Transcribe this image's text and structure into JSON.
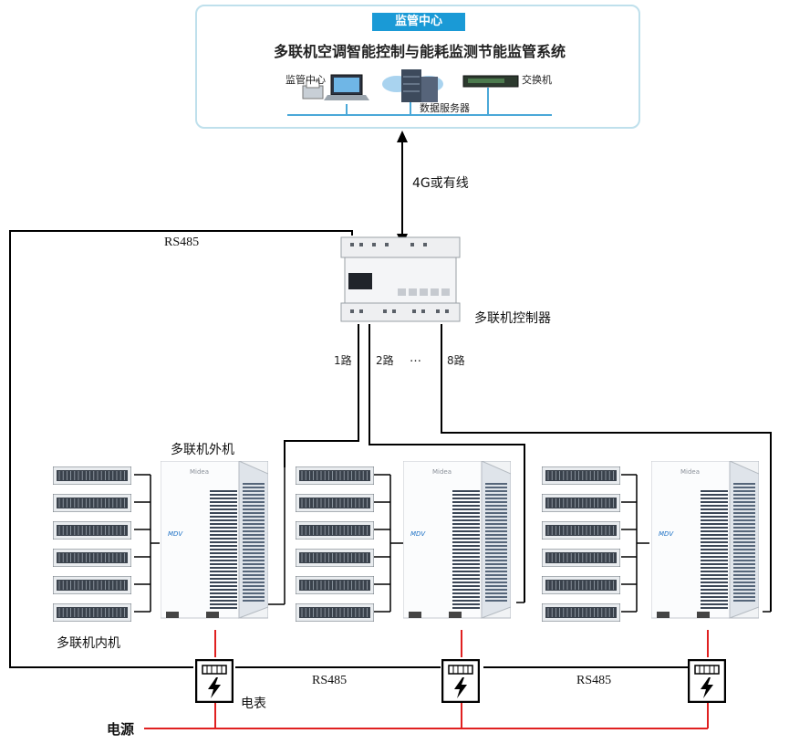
{
  "monitoring_center": {
    "header": "监管中心",
    "title": "多联机空调智能控制与能耗监测节能监管系统",
    "items": [
      {
        "label": "监管中心",
        "icon": "workstation-icon"
      },
      {
        "label": "数据服务器",
        "icon": "server-icon"
      },
      {
        "label": "交换机",
        "icon": "switch-icon"
      }
    ]
  },
  "link_label": "4G或有线",
  "controller": {
    "label": "多联机控制器",
    "icon": "controller-device-icon"
  },
  "bus_labels": {
    "rs485_top": "RS485",
    "rs485_mid_left": "RS485",
    "rs485_mid_right": "RS485"
  },
  "channels": [
    "1路",
    "2路",
    "…",
    "8路"
  ],
  "outdoor_unit_label": "多联机外机",
  "indoor_unit_label": "多联机内机",
  "meter_label": "电表",
  "power_label": "电源",
  "colors": {
    "wire": "#000000",
    "power": "#e02020",
    "accent": "#1a9ad6"
  }
}
